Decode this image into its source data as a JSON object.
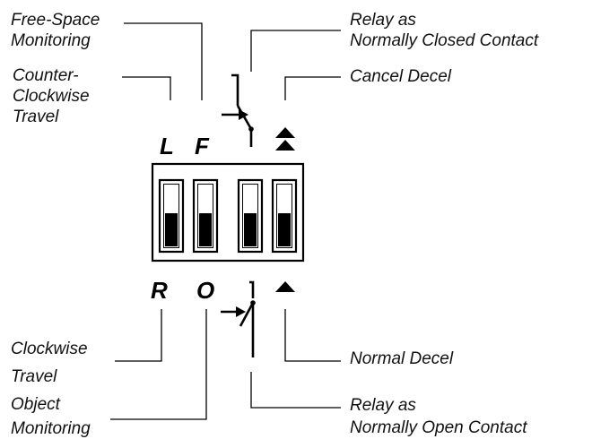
{
  "labels": {
    "free_space": [
      "Free-Space",
      "Monitoring"
    ],
    "ccw_travel": [
      "Counter-",
      "Clockwise",
      "Travel"
    ],
    "relay_nc": [
      "Relay as",
      "Normally Closed Contact"
    ],
    "cancel_decel": "Cancel Decel",
    "cw_travel": [
      "Clockwise",
      "Travel"
    ],
    "object_monitoring": [
      "Object",
      "Monitoring"
    ],
    "normal_decel": "Normal Decel",
    "relay_no": [
      "Relay as",
      "Normally Open Contact"
    ]
  },
  "switch_letters": {
    "top": [
      "L",
      "F"
    ],
    "bottom": [
      "R",
      "O"
    ]
  },
  "dip_switch": {
    "count": 4,
    "positions": [
      "down",
      "down",
      "down",
      "down"
    ]
  }
}
